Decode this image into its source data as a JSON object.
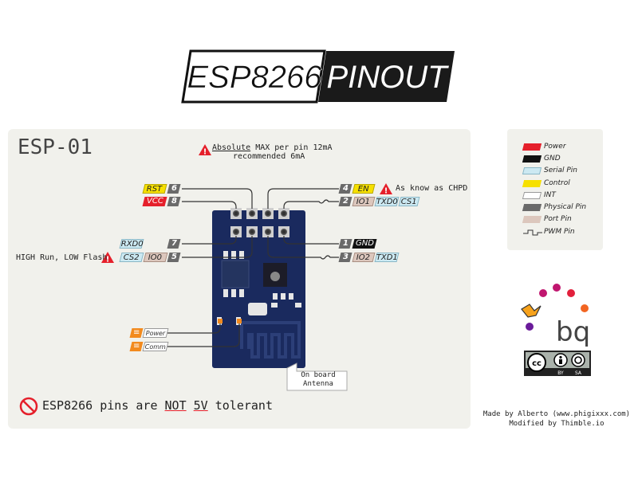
{
  "header": {
    "title_left": "ESP8266",
    "title_right": "PINOUT"
  },
  "board": {
    "name": "ESP-01"
  },
  "notes": {
    "current_line1": "Absolute MAX per pin 12mA",
    "current_underlined": "Absolute",
    "current_rest": " MAX per pin 12mA",
    "current_line2": "recommended 6mA",
    "chpd": "As know as CHPD",
    "flash": "HIGH Run, LOW Flash",
    "antenna_line1": "On board",
    "antenna_line2": "Antenna",
    "warning_pre": "ESP8266 pins are ",
    "warning_not": "NOT",
    "warning_mid": " ",
    "warning_5v": "5V",
    "warning_post": " tolerant"
  },
  "pins": {
    "p6": {
      "num": "6",
      "label": "RST"
    },
    "p8": {
      "num": "8",
      "label": "VCC"
    },
    "p4": {
      "num": "4",
      "label": "EN"
    },
    "p2": {
      "num": "2",
      "io": "IO1",
      "alt1": "TXD0",
      "alt2": "CS1"
    },
    "p7": {
      "num": "7",
      "alt1": "RXD0"
    },
    "p5": {
      "num": "5",
      "alt1": "CS2",
      "io": "IO0"
    },
    "p1": {
      "num": "1",
      "label": "GND"
    },
    "p3": {
      "num": "3",
      "io": "IO2",
      "alt1": "TXD1"
    }
  },
  "leds": {
    "power": "Power",
    "comm": "Comm"
  },
  "legend": {
    "items": [
      {
        "label": "Power",
        "color": "#e5202b"
      },
      {
        "label": "GND",
        "color": "#111111"
      },
      {
        "label": "Serial Pin",
        "color": "#cce9f2"
      },
      {
        "label": "Control",
        "color": "#f6e000"
      },
      {
        "label": "INT",
        "color": "#ffffff"
      },
      {
        "label": "Physical Pin",
        "color": "#6a6a6a"
      },
      {
        "label": "Port Pin",
        "color": "#dcc7bd"
      },
      {
        "label": "PWM Pin",
        "color": ""
      }
    ]
  },
  "logo": {
    "text": "bq"
  },
  "license": {
    "cc": "cc",
    "by": "BY",
    "sa": "SA"
  },
  "credits": {
    "line1": "Made by Alberto (www.phigixxx.com)",
    "line2": "Modified by Thimble.io"
  },
  "colors": {
    "board": "#1a2a5e",
    "panel": "#f1f1ec",
    "warning": "#e5202b"
  }
}
